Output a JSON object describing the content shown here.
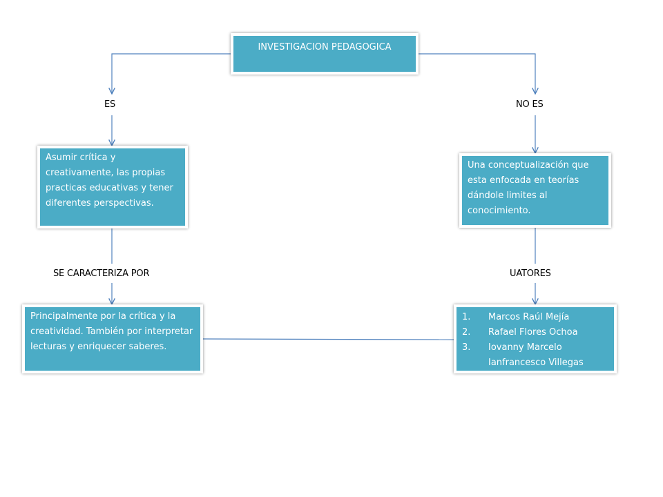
{
  "root": {
    "title": "INVESTIGACION PEDAGOGICA"
  },
  "left": {
    "label_es": "ES",
    "es_text": "Asumir crítica y creativamente, las propias practicas educativas y tener diferentes perspectivas.",
    "label_caracteriza": "SE CARACTERIZA POR",
    "caracteriza_text": "Principalmente por la crítica y la creatividad. También por interpretar lecturas y enriquecer saberes."
  },
  "right": {
    "label_noes": "NO ES",
    "noes_text": "Una conceptualización que esta enfocada en teorías dándole limites al conocimiento.",
    "label_autores": "UATORES",
    "authors": [
      {
        "num": "1.",
        "name": "Marcos Raúl Mejía"
      },
      {
        "num": "2.",
        "name": "Rafael Flores Ochoa"
      },
      {
        "num": "3.",
        "name": "Iovanny Marcelo Ianfrancesco Villegas"
      }
    ]
  },
  "colors": {
    "box_fill": "#4bacc6",
    "connector": "#4f81bd"
  }
}
